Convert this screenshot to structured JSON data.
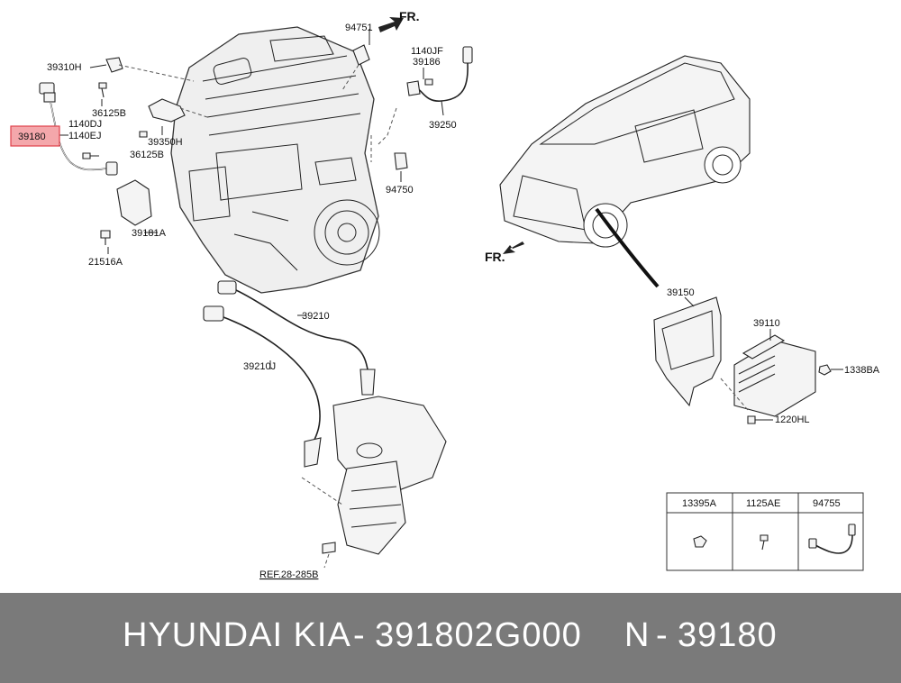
{
  "parts": {
    "p39180": "39180",
    "p1140DJ": "1140DJ",
    "p1140EJ": "1140EJ",
    "p39310H": "39310H",
    "p36125B_a": "36125B",
    "p36125B_b": "36125B",
    "p39350H": "39350H",
    "p39181A": "39181A",
    "p21516A": "21516A",
    "p94751": "94751",
    "p1140JF": "1140JF",
    "p39186": "39186",
    "p39250": "39250",
    "p94750": "94750",
    "p39210": "39210",
    "p39210J": "39210J",
    "ref": "REF.28-285B",
    "p39150": "39150",
    "p39110": "39110",
    "p1338BA": "1338BA",
    "p1220HL": "1220HL",
    "fr_top": "FR.",
    "fr_car": "FR."
  },
  "legend_table": {
    "headers": [
      "13395A",
      "1125AE",
      "94755"
    ]
  },
  "footer": {
    "brand": "HYUNDAI  KIA",
    "sep1": "-",
    "part_number": "391802G000",
    "n_label": "N",
    "sep2": "-",
    "n_value": "39180"
  },
  "colors": {
    "highlight": "#e0404a",
    "footer_bg": "#7a7a7a",
    "footer_text": "#ffffff"
  }
}
